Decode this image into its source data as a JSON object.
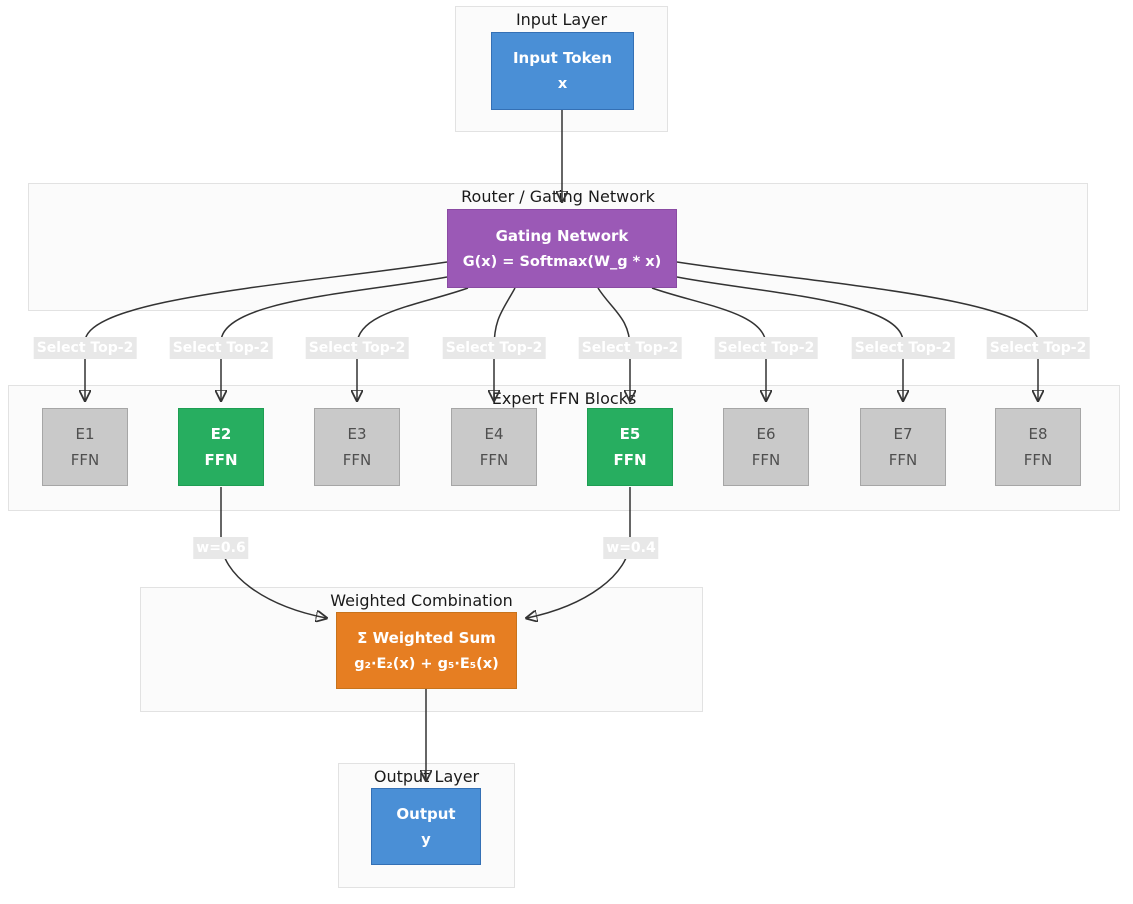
{
  "colors": {
    "blue": "#4a8fd6",
    "blue_border": "#3470b5",
    "purple": "#9b59b6",
    "purple_border": "#8a4ba3",
    "green": "#27ae60",
    "green_border": "#1e9e53",
    "orange": "#e67e22",
    "orange_border": "#c8731c",
    "gray": "#c9c9c9",
    "gray_border": "#a6a6a6",
    "edge": "#333333",
    "edge_label_bg": "#e8e8e8"
  },
  "subgraphs": {
    "input": {
      "label": "Input Layer"
    },
    "router": {
      "label": "Router / Gating Network"
    },
    "experts": {
      "label": "Expert FFN Blocks"
    },
    "combine": {
      "label": "Weighted Combination"
    },
    "output": {
      "label": "Output Layer"
    }
  },
  "nodes": {
    "input_token": {
      "line1": "Input Token",
      "line2": "x"
    },
    "gating": {
      "line1": "Gating Network",
      "line2": "G(x) = Softmax(W_g * x)"
    },
    "experts": [
      {
        "line1": "E1",
        "line2": "FFN"
      },
      {
        "line1": "E2",
        "line2": "FFN"
      },
      {
        "line1": "E3",
        "line2": "FFN"
      },
      {
        "line1": "E4",
        "line2": "FFN"
      },
      {
        "line1": "E5",
        "line2": "FFN"
      },
      {
        "line1": "E6",
        "line2": "FFN"
      },
      {
        "line1": "E7",
        "line2": "FFN"
      },
      {
        "line1": "E8",
        "line2": "FFN"
      }
    ],
    "weighted_sum": {
      "line1": "Σ Weighted Sum",
      "line2": "g₂·E₂(x) + g₅·E₅(x)"
    },
    "output": {
      "line1": "Output",
      "line2": "y"
    }
  },
  "edge_labels": {
    "select_top2": "Select Top-2",
    "weight_e2": "w=0.6",
    "weight_e5": "w=0.4"
  }
}
